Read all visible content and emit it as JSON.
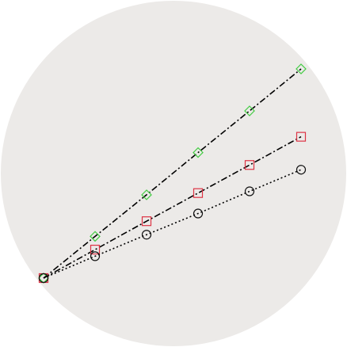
{
  "chart_data": {
    "type": "line",
    "title": "",
    "xlabel": "",
    "ylabel": "",
    "grid": false,
    "legend": "none",
    "background": "#eceae8",
    "x": [
      1,
      2,
      4,
      8,
      16,
      32
    ],
    "series": [
      {
        "values": [
          1,
          1.9,
          3.6,
          6.9,
          13.1,
          25.0
        ],
        "color": "#44cc44",
        "marker": "diamond",
        "linestyle": "dash-dot"
      },
      {
        "values": [
          1,
          1.55,
          2.4,
          3.7,
          5.7,
          8.8
        ],
        "color": "#dd3344",
        "marker": "square",
        "linestyle": "dash-dot"
      },
      {
        "values": [
          1,
          1.4,
          1.95,
          2.7,
          3.8,
          5.3
        ],
        "color": "#111111",
        "marker": "circle",
        "linestyle": "dotted"
      }
    ]
  }
}
